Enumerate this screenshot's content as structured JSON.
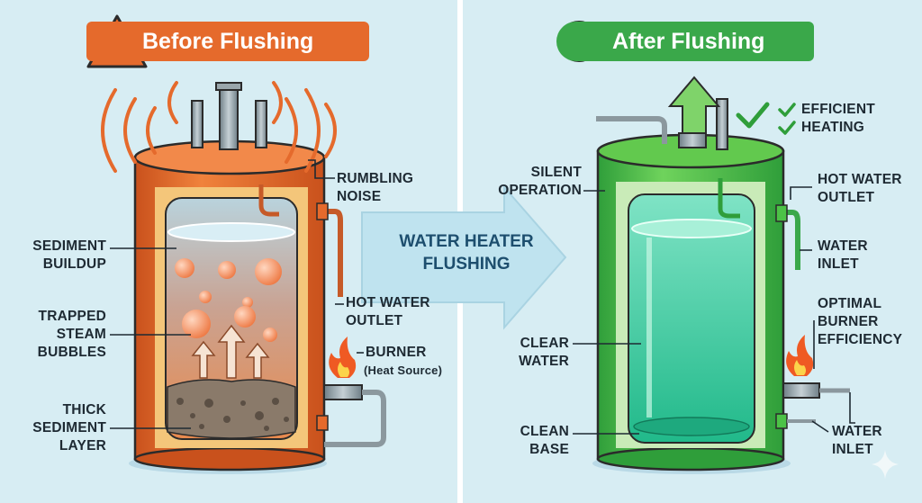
{
  "before": {
    "title": "Before Flushing",
    "labels": {
      "rumbling": [
        "RUMBLING",
        "NOISE"
      ],
      "sediment_buildup": [
        "SEDIMENT",
        "BUILDUP"
      ],
      "hot_outlet": [
        "HOT WATER",
        "OUTLET"
      ],
      "trapped": [
        "TRAPPED",
        "STEAM",
        "BUBBLES"
      ],
      "burner": "BURNER",
      "burner_sub": "(Heat Source)",
      "thick": [
        "THICK",
        "SEDIMENT",
        "LAYER"
      ]
    },
    "colors": {
      "accent": "#e56a2c",
      "tank": "#e8702e"
    }
  },
  "center": {
    "title": [
      "WATER HEATER",
      "FLUSHING"
    ]
  },
  "after": {
    "title": "After Flushing",
    "labels": {
      "silent": [
        "SILENT",
        "OPERATION"
      ],
      "efficient": [
        "EFFICIENT",
        "HEATING"
      ],
      "hot_outlet": [
        "HOT WATER",
        "OUTLET"
      ],
      "water_inlet_top": [
        "WATER",
        "INLET"
      ],
      "optimal": [
        "OPTIMAL",
        "BURNER",
        "EFFICIENCY"
      ],
      "clear_water": [
        "CLEAR",
        "WATER"
      ],
      "clean_base": [
        "CLEAN",
        "BASE"
      ],
      "water_inlet_bottom": [
        "WATER",
        "INLET"
      ]
    },
    "colors": {
      "accent": "#3aa84a",
      "tank": "#4cc246"
    }
  },
  "icons": [
    "warning-tools-icon",
    "checkmark-icon",
    "flame-icon",
    "sparkle-icon",
    "up-arrow-icon",
    "right-arrow-icon"
  ]
}
